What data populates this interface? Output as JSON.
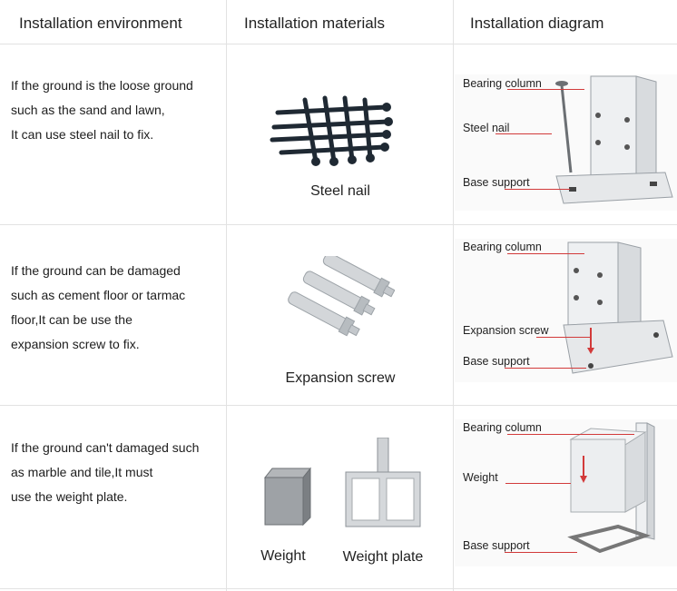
{
  "headers": {
    "environment": "Installation environment",
    "materials": "Installation materials",
    "diagram": "Installation diagram"
  },
  "rows": [
    {
      "environment": [
        "If the ground is the loose ground",
        "such as the sand and lawn,",
        "It can use steel nail to fix."
      ],
      "materials": [
        "Steel nail"
      ],
      "diagram": [
        "Bearing column",
        "Steel nail",
        "Base support"
      ]
    },
    {
      "environment": [
        "If the ground can be damaged",
        "such as cement floor or tarmac",
        "floor,It can be use the",
        "expansion screw to fix."
      ],
      "materials": [
        "Expansion screw"
      ],
      "diagram": [
        "Bearing column",
        "Expansion screw",
        "Base support"
      ]
    },
    {
      "environment": [
        "If the ground can't damaged such",
        "as marble and tile,It must",
        "use the weight plate."
      ],
      "materials": [
        "Weight",
        "Weight plate"
      ],
      "diagram": [
        "Bearing column",
        "Weight",
        "Base support"
      ]
    }
  ],
  "colors": {
    "grid": "#e2e2e2",
    "callout_line": "#d23a3a",
    "metal": "#c9ccd0",
    "nail": "#1f2933"
  },
  "icons": [
    "steel-nail-bundle-icon",
    "expansion-screw-icon",
    "weight-block-icon",
    "weight-plate-icon",
    "bearing-column-icon",
    "base-support-icon"
  ]
}
